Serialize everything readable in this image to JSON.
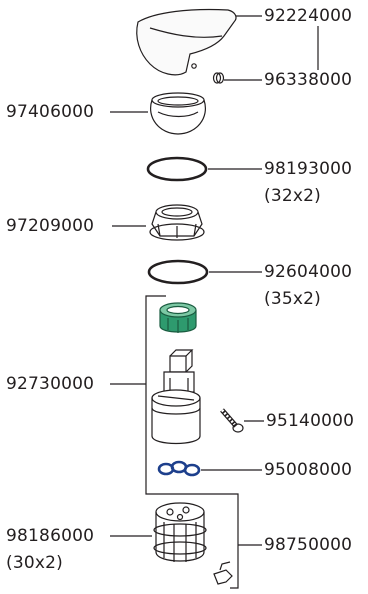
{
  "parts": [
    {
      "number": "92224000",
      "note": ""
    },
    {
      "number": "96338000",
      "note": ""
    },
    {
      "number": "97406000",
      "note": ""
    },
    {
      "number": "98193000",
      "note": "(32x2)"
    },
    {
      "number": "97209000",
      "note": ""
    },
    {
      "number": "92604000",
      "note": "(35x2)"
    },
    {
      "number": "92730000",
      "note": ""
    },
    {
      "number": "95140000",
      "note": ""
    },
    {
      "number": "95008000",
      "note": ""
    },
    {
      "number": "98186000",
      "note": "(30x2)"
    },
    {
      "number": "98750000",
      "note": ""
    }
  ],
  "colors": {
    "line": "#231f20",
    "accent": "#2e9a6e",
    "blue": "#1d3f8c"
  }
}
